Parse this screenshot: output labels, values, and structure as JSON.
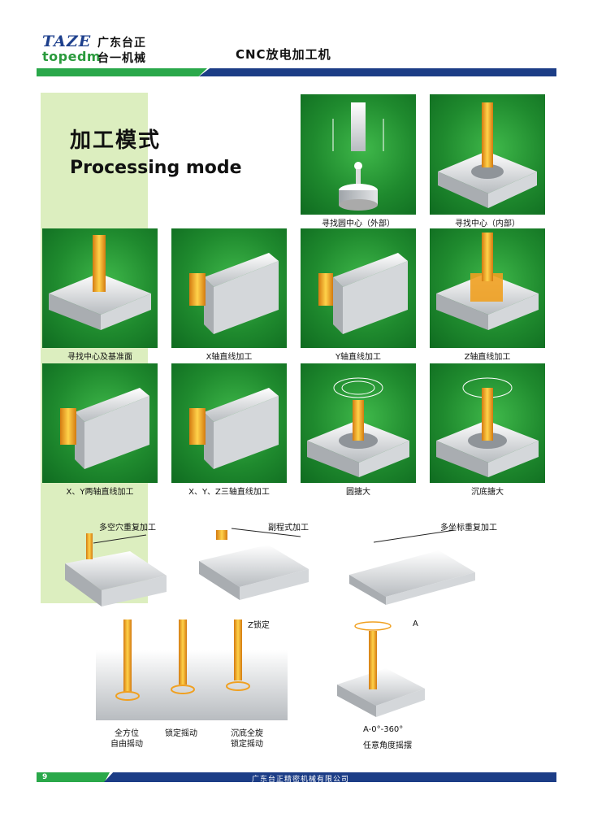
{
  "header": {
    "logo_en_top": "TAZE",
    "logo_en_bottom": "topedm",
    "logo_cn_top": "广东台正",
    "logo_cn_bottom": "台一机械",
    "title": "CNC放电加工机"
  },
  "section": {
    "title_cn": "加工模式",
    "title_en": "Processing mode"
  },
  "panels": [
    {
      "caption": "寻找圆中心（外部）"
    },
    {
      "caption": "寻找中心（内部）"
    },
    {
      "caption": "寻找中心及基准面"
    },
    {
      "caption": "X轴直线加工"
    },
    {
      "caption": "Y轴直线加工"
    },
    {
      "caption": "Z轴直线加工"
    },
    {
      "caption": "X、Y两轴直线加工"
    },
    {
      "caption": "X、Y、Z三轴直线加工"
    },
    {
      "caption": "圆搪大"
    },
    {
      "caption": "沉底搪大"
    }
  ],
  "illustrations": {
    "multi_cavity": "多空穴重复加工",
    "copy_mode": "副程式加工",
    "multi_coord": "多坐标重复加工",
    "z_lock": "Z锁定",
    "axis_a": "A",
    "omni_line1": "全方位",
    "omni_line2": "自由摇动",
    "lock_swing": "锁定摇动",
    "sink_line1": "沉底全旋",
    "sink_line2": "锁定摇动",
    "angle_range": "A-0°-360°",
    "angle_swing": "任意角度摇摆"
  },
  "footer": {
    "page_number": "9",
    "company": "广东台正精密机械有限公司"
  },
  "colors": {
    "brand_green": "#2aa84a",
    "brand_blue": "#1c3d86",
    "panel_green": "#1f8a2e",
    "electrode_orange": "#f0a020"
  }
}
